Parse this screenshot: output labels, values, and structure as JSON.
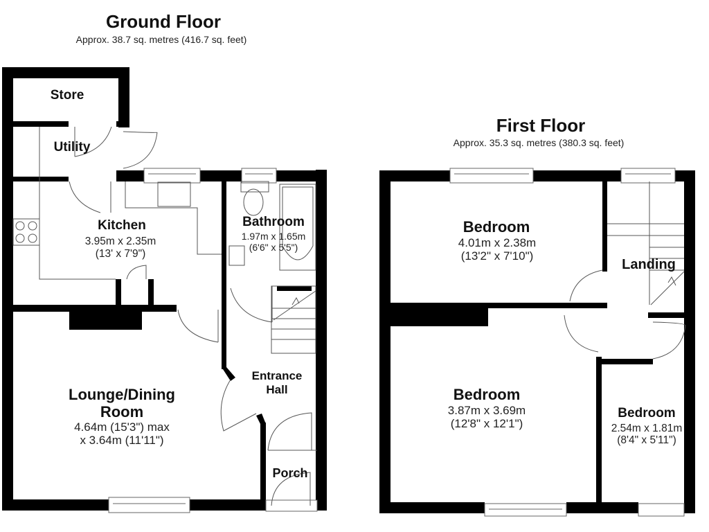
{
  "ground_floor": {
    "title": "Ground Floor",
    "area": "Approx. 38.7 sq. metres (416.7 sq. feet)",
    "rooms": {
      "store": {
        "name": "Store"
      },
      "utility": {
        "name": "Utility"
      },
      "kitchen": {
        "name": "Kitchen",
        "dim_metric": "3.95m x 2.35m",
        "dim_imperial": "(13' x 7'9\")"
      },
      "bathroom": {
        "name": "Bathroom",
        "dim_metric": "1.97m x 1.65m",
        "dim_imperial": "(6'6\" x 5'5\")"
      },
      "lounge": {
        "name_line1": "Lounge/Dining",
        "name_line2": "Room",
        "dim_line1": "4.64m (15'3\") max",
        "dim_line2": "x 3.64m (11'11\")"
      },
      "entrance_hall": {
        "name_line1": "Entrance",
        "name_line2": "Hall"
      },
      "porch": {
        "name": "Porch"
      }
    }
  },
  "first_floor": {
    "title": "First Floor",
    "area": "Approx. 35.3 sq. metres (380.3 sq. feet)",
    "rooms": {
      "bedroom_1": {
        "name": "Bedroom",
        "dim_metric": "4.01m x 2.38m",
        "dim_imperial": "(13'2\" x 7'10\")"
      },
      "landing": {
        "name": "Landing"
      },
      "bedroom_2": {
        "name": "Bedroom",
        "dim_metric": "3.87m x 3.69m",
        "dim_imperial": "(12'8\" x 12'1\")"
      },
      "bedroom_3": {
        "name": "Bedroom",
        "dim_metric": "2.54m x 1.81m",
        "dim_imperial": "(8'4\" x 5'11\")"
      }
    }
  },
  "colors": {
    "wall": "#000000",
    "fixture_line": "#555555",
    "background": "#ffffff"
  }
}
